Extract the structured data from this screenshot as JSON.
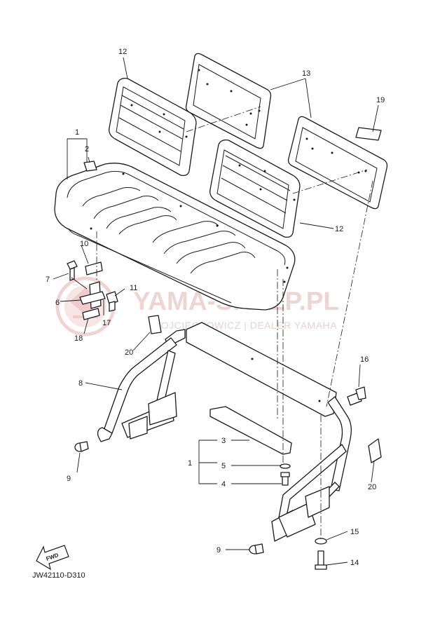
{
  "diagram": {
    "code": "JW42110-D310",
    "fwd_label": "FWD",
    "watermark": {
      "brand": "YAMA-SKLEP.PL",
      "subtitle": "WOJCIECHOWICZ | DEALER YAMAHA",
      "color": "#e8c4c4"
    },
    "callouts": {
      "c1_top": "1",
      "c2": "2",
      "c3": "3",
      "c4": "4",
      "c5": "5",
      "c6": "6",
      "c7": "7",
      "c8": "8",
      "c9_left": "9",
      "c9_bottom": "9",
      "c10": "10",
      "c11": "11",
      "c12_top": "12",
      "c12_right": "12",
      "c13": "13",
      "c14": "14",
      "c15": "15",
      "c16": "16",
      "c17": "17",
      "c18": "18",
      "c19": "19",
      "c20_left": "20",
      "c20_right": "20",
      "c1_mid": "1"
    }
  }
}
